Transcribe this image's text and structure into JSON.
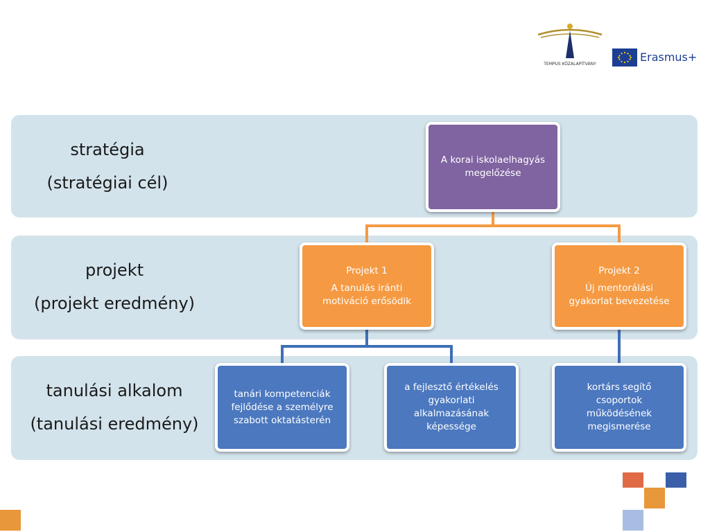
{
  "header": {
    "tempus_label": "TEMPUS KÖZALAPÍTVÁNY",
    "erasmus_label": "Erasmus+"
  },
  "levels": [
    {
      "name": "stratégia",
      "result": "(stratégiai cél)"
    },
    {
      "name": "projekt",
      "result": "(projekt eredmény)"
    },
    {
      "name": "tanulási alkalom",
      "result": "(tanulási eredmény)"
    }
  ],
  "nodes": {
    "strategy": {
      "line1": "A korai iskolaelhagyás",
      "line2": "megelőzése"
    },
    "project1": {
      "title": "Projekt 1",
      "line1": "A tanulás iránti",
      "line2": "motiváció erősödik"
    },
    "project2": {
      "title": "Projekt 2",
      "line1": "Új mentorálási",
      "line2": "gyakorlat bevezetése"
    },
    "learning1": {
      "line1": "tanári kompetenciák",
      "line2": "fejlődése a személyre",
      "line3": "szabott oktatásterén"
    },
    "learning2": {
      "line1": "a fejlesztő értékelés",
      "line2": "gyakorlati",
      "line3": "alkalmazásának",
      "line4": "képessége"
    },
    "learning3": {
      "line1": "kortárs segítő",
      "line2": "csoportok",
      "line3": "működésének",
      "line4": "megismerése"
    }
  },
  "colors": {
    "band": "#d3e3ec",
    "purple": "#8063a1",
    "orange": "#f59a42",
    "blue": "#4b78bf",
    "connector_orange": "#f59a42",
    "connector_blue": "#3e6fb5",
    "deco_orange": "#e8973a",
    "deco_red": "#e06a45",
    "deco_blue": "#3b5fa8",
    "deco_lightblue": "#a9bde2"
  }
}
